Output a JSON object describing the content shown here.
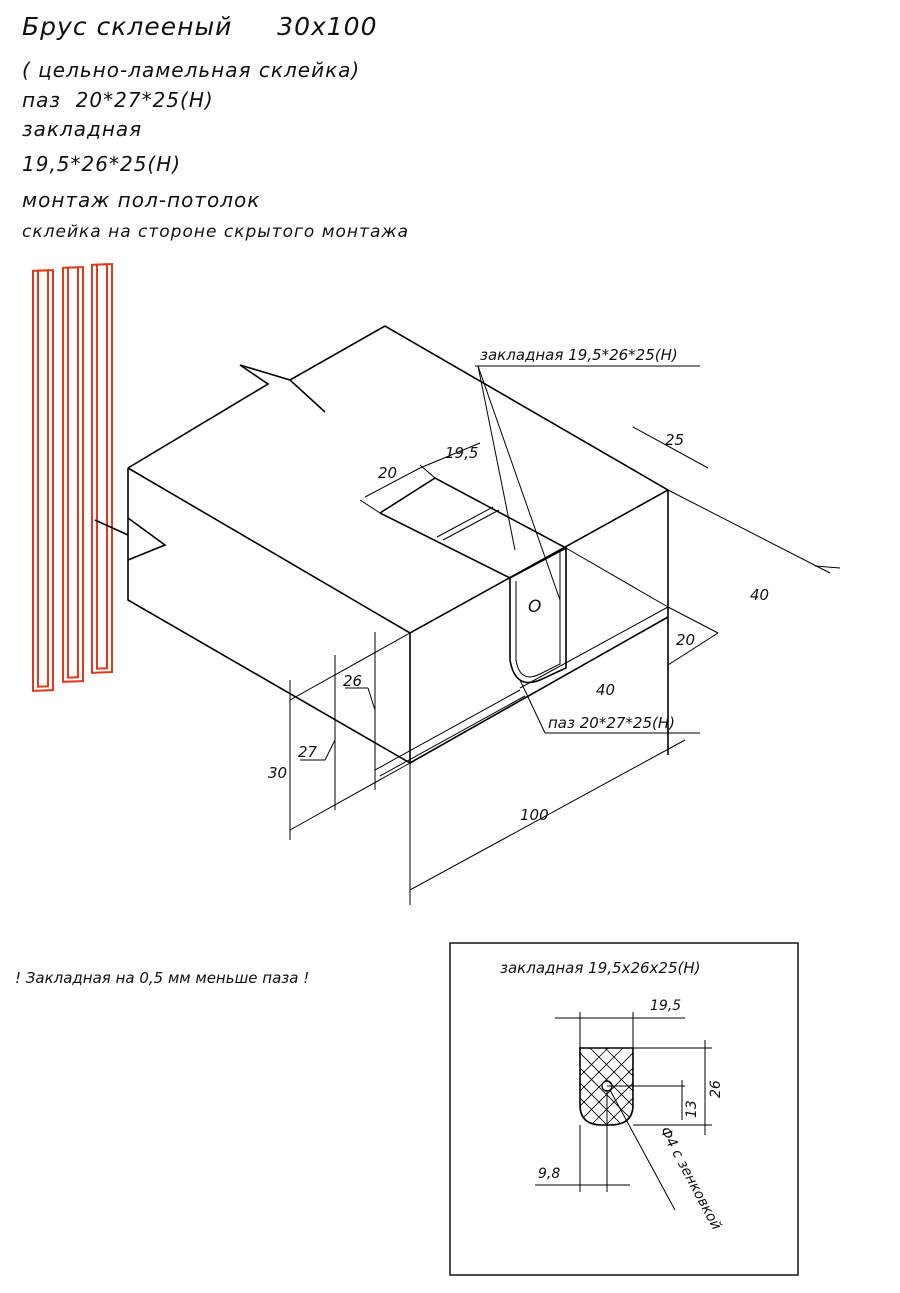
{
  "header": {
    "title": "Брус склееный     30х100",
    "subtitle": "( цельно-ламельная склейка)",
    "groove": "паз  20*27*25(Н)",
    "insert_label": "закладная",
    "insert_size": "19,5*26*25(Н)",
    "mounting": "монтаж пол-потолок",
    "gluing": "склейка на стороне скрытого монтажа"
  },
  "main_drawing": {
    "callout_insert": "закладная  19,5*26*25(Н)",
    "callout_groove": "паз  20*27*25(Н)",
    "dims": {
      "d20_top": "20",
      "d19_5": "19,5",
      "d25": "25",
      "d40_right": "40",
      "d20_right": "20",
      "d40_bottom": "40",
      "d26": "26",
      "d27": "27",
      "d30": "30",
      "d100": "100",
      "hole_marker": "O"
    }
  },
  "note": "! Закладная на 0,5 мм меньше паза !",
  "detail": {
    "title": "закладная  19,5х26х25(Н)",
    "dims": {
      "width": "19,5",
      "height": "26",
      "mid": "13",
      "offset": "9,8",
      "hole": "Ф4 с зенковкой"
    }
  },
  "colors": {
    "line": "#000000",
    "sketch_red": "#e03a1e",
    "paper": "#ffffff"
  }
}
